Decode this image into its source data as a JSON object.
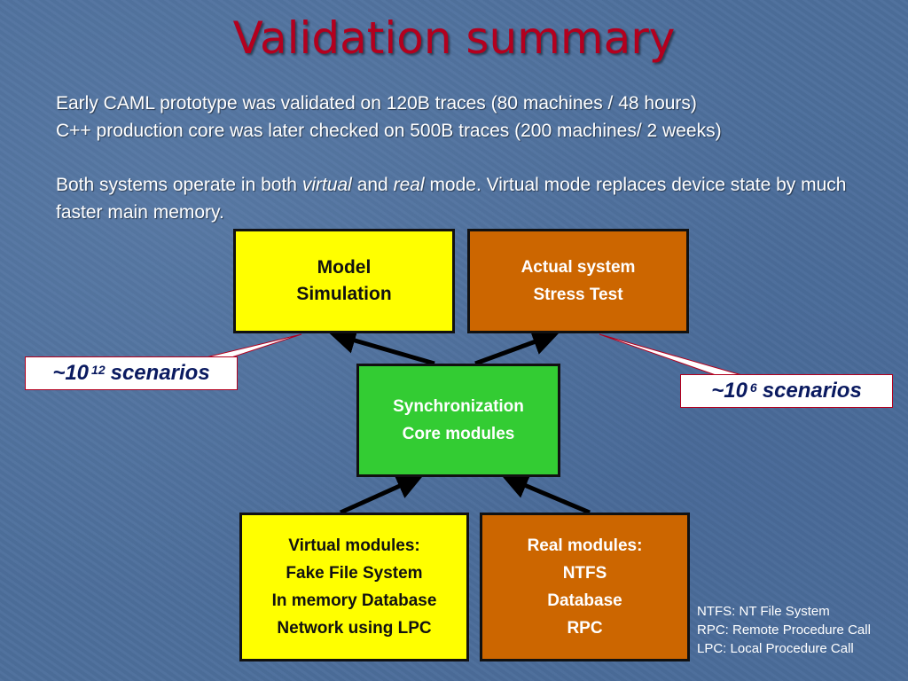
{
  "title": "Validation summary",
  "intro": {
    "line1": "Early CAML prototype was validated on 120B traces (80 machines / 48 hours)",
    "line2": "C++ production core was later checked on 500B traces (200 machines/ 2 weeks)"
  },
  "modes": {
    "prefix": "Both systems operate in both ",
    "virtual": "virtual",
    "and": " and ",
    "real": "real",
    "suffix": " mode. Virtual mode replaces device state by much faster main memory."
  },
  "boxes": {
    "model": {
      "line1": "Model",
      "line2": "Simulation"
    },
    "actual": {
      "line1": "Actual system",
      "line2": "Stress Test"
    },
    "sync": {
      "line1": "Synchronization",
      "line2": "Core modules"
    },
    "virtual_modules": {
      "line1": "Virtual modules:",
      "line2": "Fake File System",
      "line3": "In memory Database",
      "line4": "Network using LPC"
    },
    "real_modules": {
      "line1": "Real modules:",
      "line2": "NTFS",
      "line3": "Database",
      "line4": "RPC"
    }
  },
  "callouts": {
    "left": {
      "prefix": "~10",
      "exponent": "12",
      "suffix": "scenarios"
    },
    "right": {
      "prefix": "~10",
      "exponent": "6",
      "suffix": "scenarios"
    }
  },
  "legend": {
    "ntfs": "NTFS: NT File System",
    "rpc": "RPC: Remote Procedure Call",
    "lpc": "LPC: Local Procedure Call"
  },
  "colors": {
    "title": "#b3001e",
    "yellow": "#ffff00",
    "orange": "#cc6600",
    "green": "#33cc33",
    "callout_text": "#0a1a60"
  }
}
